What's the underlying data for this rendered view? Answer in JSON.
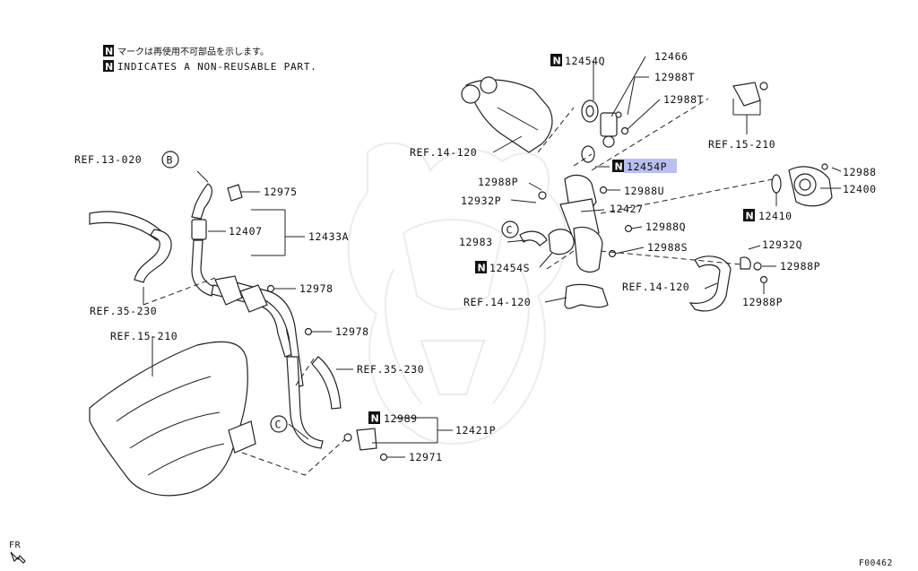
{
  "legend": {
    "line_jp": "マークは再使用不可部品を示します。",
    "line_en": "INDICATES A NON-REUSABLE PART.",
    "mark": "N"
  },
  "labels": {
    "p12454Q": "12454Q",
    "p12466": "12466",
    "p12988T_a": "12988T",
    "p12988T_b": "12988T",
    "ref15_210_top": "REF.15-210",
    "ref14_120_top": "REF.14-120",
    "p12454P": "12454P",
    "p12988": "12988",
    "p12400": "12400",
    "p12410": "12410",
    "p12988P_a": "12988P",
    "p12932P": "12932P",
    "p12988U": "12988U",
    "p12427": "12427",
    "p12988Q": "12988Q",
    "p12983": "12983",
    "p12988S": "12988S",
    "p12454S": "12454S",
    "p12932Q": "12932Q",
    "p12988P_b": "12988P",
    "p12988P_c": "12988P",
    "ref14_120_mid": "REF.14-120",
    "ref14_120_low": "REF.14-120",
    "ref13_020": "REF.13-020",
    "callout_b": "B",
    "p12975": "12975",
    "p12407": "12407",
    "p12433A": "12433A",
    "ref35_230_left": "REF.35-230",
    "p12978_a": "12978",
    "p12978_b": "12978",
    "ref15_210_left": "REF.15-210",
    "ref35_230_mid": "REF.35-230",
    "callout_c_mid": "C",
    "callout_c_low": "C",
    "p12989": "12989",
    "p12421P": "12421P",
    "p12971": "12971",
    "fr": "FR",
    "figure_id": "F00462"
  },
  "colors": {
    "highlight": "#b9bff0",
    "ink": "#222222"
  }
}
